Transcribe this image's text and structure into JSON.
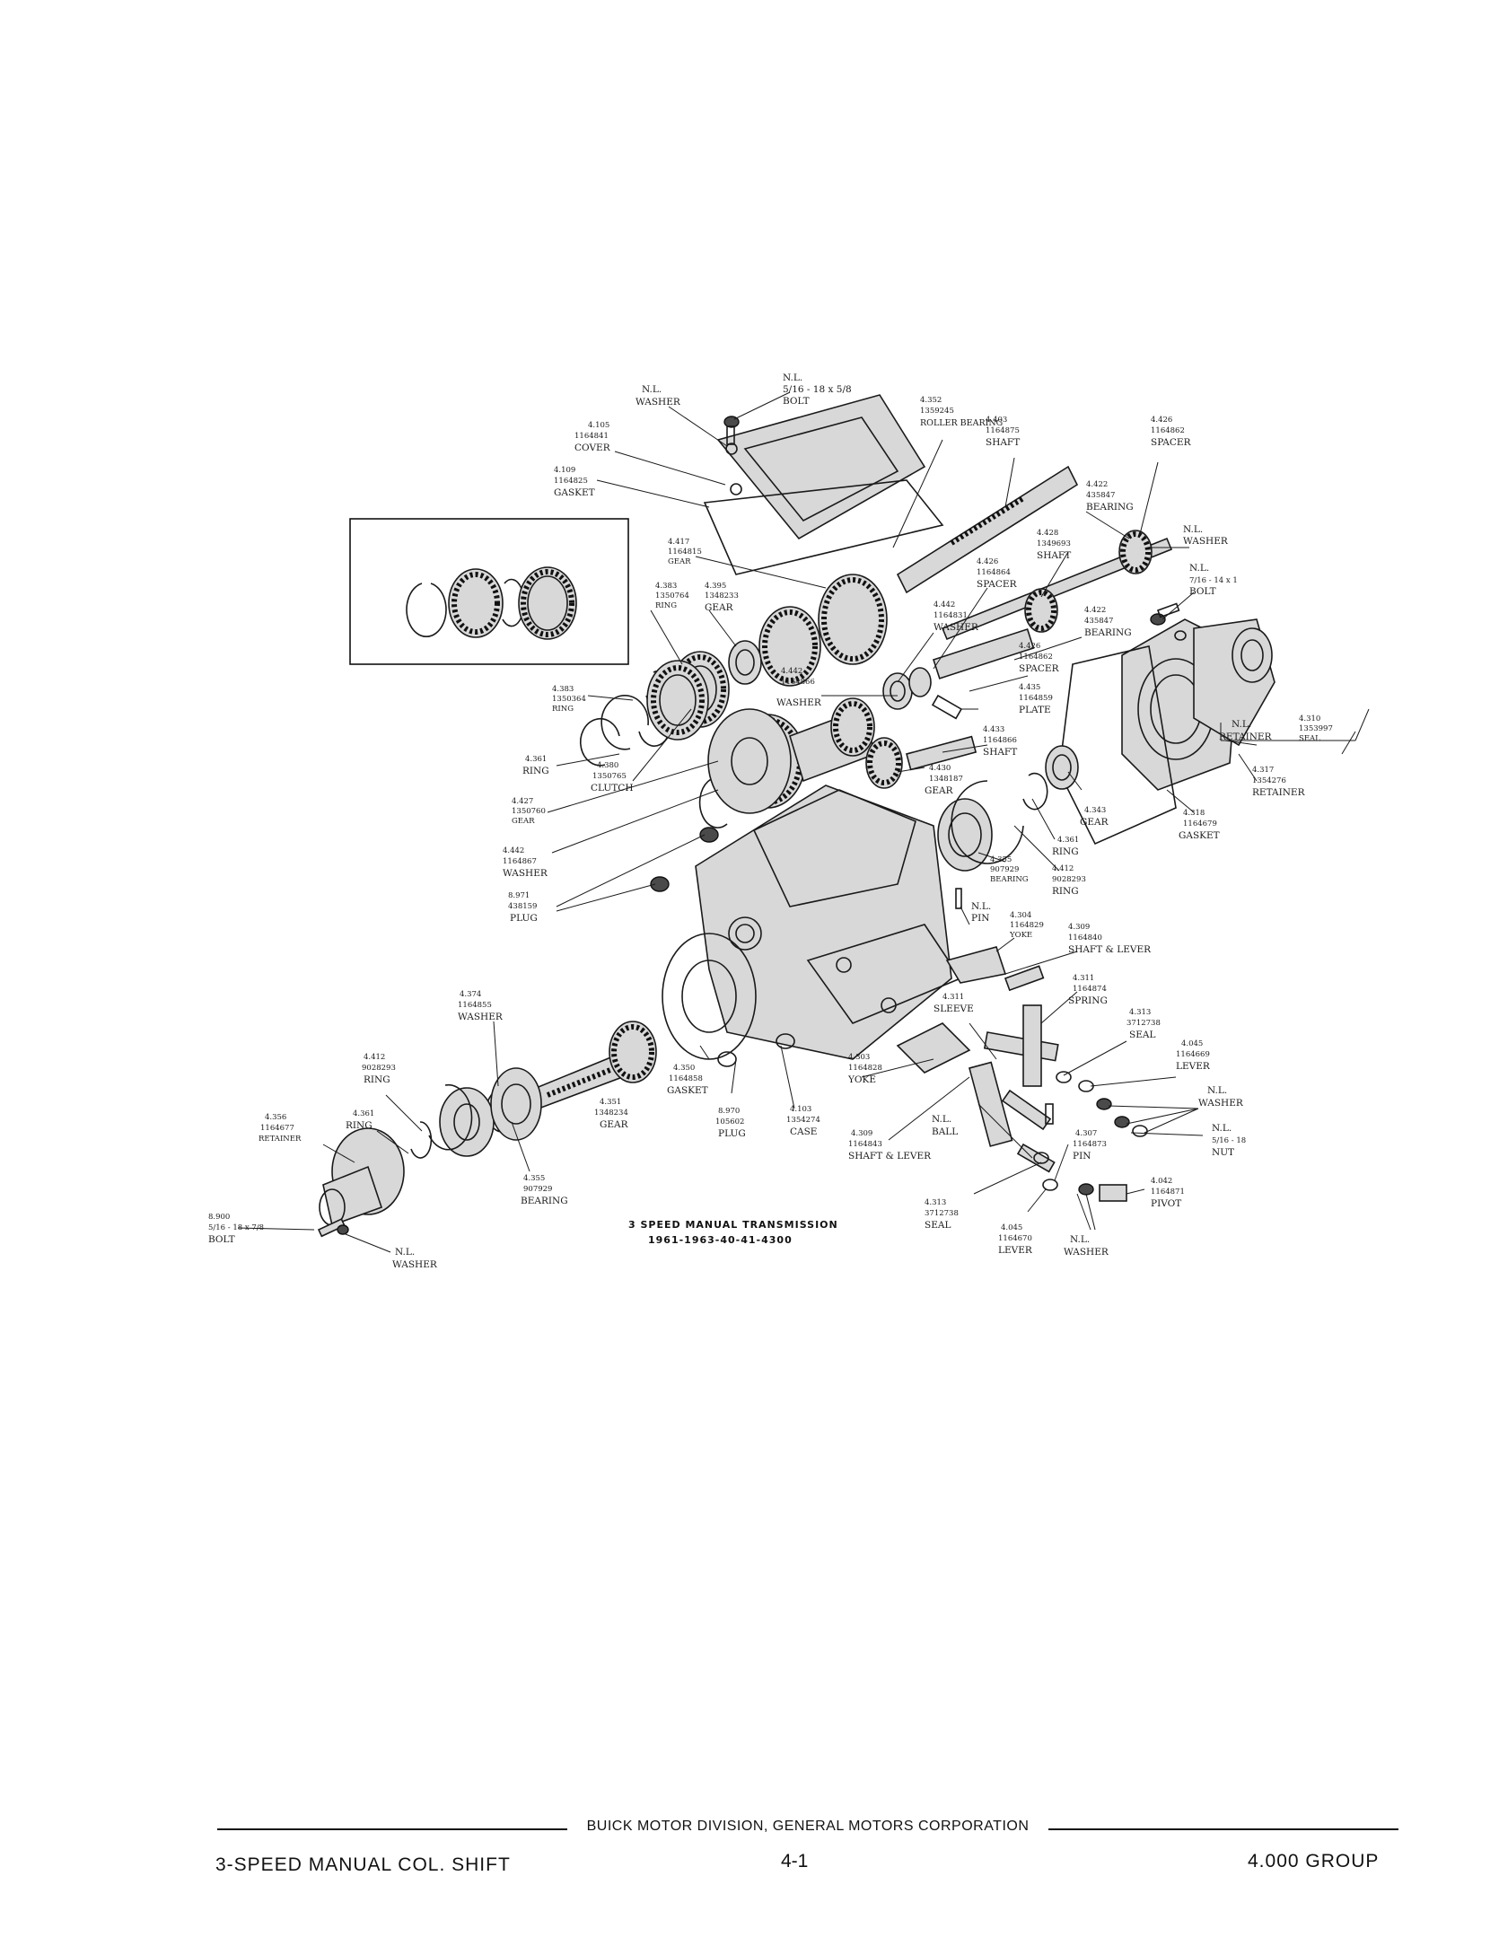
{
  "diagram": {
    "caption_line1": "3 SPEED MANUAL TRANSMISSION",
    "caption_line2": "1961-1963-40-41-4300",
    "callouts": [
      {
        "num": "N.L.",
        "part": "",
        "name": "WASHER"
      },
      {
        "num": "N.L.",
        "part": "5/16 - 18 x 5/8",
        "name": "BOLT"
      },
      {
        "num": "4.352",
        "part": "1359245",
        "name": "ROLLER BEARING"
      },
      {
        "num": "4.403",
        "part": "1164875",
        "name": "SHAFT"
      },
      {
        "num": "4.426",
        "part": "1164862",
        "name": "SPACER"
      },
      {
        "num": "4.105",
        "part": "1164841",
        "name": "COVER"
      },
      {
        "num": "4.109",
        "part": "1164825",
        "name": "GASKET"
      },
      {
        "num": "4.422",
        "part": "435847",
        "name": "BEARING"
      },
      {
        "num": "4.417",
        "part": "1164815",
        "name": "GEAR"
      },
      {
        "num": "4.428",
        "part": "1349693",
        "name": "SHAFT"
      },
      {
        "num": "N.L.",
        "part": "",
        "name": "WASHER"
      },
      {
        "num": "4.426",
        "part": "1164864",
        "name": "SPACER"
      },
      {
        "num": "N.L.",
        "part": "7/16 - 14 x 1",
        "name": "BOLT"
      },
      {
        "num": "4.383",
        "part": "1350764",
        "name": "RING"
      },
      {
        "num": "4.395",
        "part": "1348233",
        "name": "GEAR"
      },
      {
        "num": "4.442",
        "part": "1164831",
        "name": "WASHER"
      },
      {
        "num": "4.422",
        "part": "435847",
        "name": "BEARING"
      },
      {
        "num": "4.426",
        "part": "1164862",
        "name": "SPACER"
      },
      {
        "num": "4.442",
        "part": "1164866",
        "name": "WASHER"
      },
      {
        "num": "4.435",
        "part": "1164859",
        "name": "PLATE"
      },
      {
        "num": "4.310",
        "part": "1353997",
        "name": "SEAL"
      },
      {
        "num": "N.L.",
        "part": "",
        "name": "RETAINER"
      },
      {
        "num": "4.383",
        "part": "1350364",
        "name": "RING"
      },
      {
        "num": "4.433",
        "part": "1164866",
        "name": "SHAFT"
      },
      {
        "num": "4.317",
        "part": "1354276",
        "name": "RETAINER"
      },
      {
        "num": "4.361",
        "part": "",
        "name": "RING"
      },
      {
        "num": "4.380",
        "part": "1350765",
        "name": "CLUTCH"
      },
      {
        "num": "4.430",
        "part": "1348187",
        "name": "GEAR"
      },
      {
        "num": "4.427",
        "part": "1350760",
        "name": "GEAR"
      },
      {
        "num": "4.343",
        "part": "",
        "name": "GEAR"
      },
      {
        "num": "4.361",
        "part": "",
        "name": "RING"
      },
      {
        "num": "4.318",
        "part": "1164679",
        "name": "GASKET"
      },
      {
        "num": "4.442",
        "part": "1164867",
        "name": "WASHER"
      },
      {
        "num": "4.355",
        "part": "907929",
        "name": "BEARING"
      },
      {
        "num": "4.412",
        "part": "9028293",
        "name": "RING"
      },
      {
        "num": "8.971",
        "part": "438159",
        "name": "PLUG"
      },
      {
        "num": "N.L.",
        "part": "",
        "name": "PIN"
      },
      {
        "num": "4.304",
        "part": "1164829",
        "name": "YOKE"
      },
      {
        "num": "4.309",
        "part": "1164840",
        "name": "SHAFT & LEVER"
      },
      {
        "num": "4.311",
        "part": "1164874",
        "name": "SPRING"
      },
      {
        "num": "4.374",
        "part": "1164855",
        "name": "WASHER"
      },
      {
        "num": "4.311",
        "part": "",
        "name": "SLEEVE"
      },
      {
        "num": "4.313",
        "part": "3712738",
        "name": "SEAL"
      },
      {
        "num": "4.045",
        "part": "1164669",
        "name": "LEVER"
      },
      {
        "num": "4.412",
        "part": "9028293",
        "name": "RING"
      },
      {
        "num": "4.303",
        "part": "1164828",
        "name": "YOKE"
      },
      {
        "num": "4.350",
        "part": "1164858",
        "name": "GASKET"
      },
      {
        "num": "N.L.",
        "part": "",
        "name": "WASHER"
      },
      {
        "num": "4.356",
        "part": "1164677",
        "name": "RETAINER"
      },
      {
        "num": "4.361",
        "part": "",
        "name": "RING"
      },
      {
        "num": "4.351",
        "part": "1348234",
        "name": "GEAR"
      },
      {
        "num": "8.970",
        "part": "105602",
        "name": "PLUG"
      },
      {
        "num": "4.103",
        "part": "1354274",
        "name": "CASE"
      },
      {
        "num": "N.L.",
        "part": "",
        "name": "BALL"
      },
      {
        "num": "4.307",
        "part": "1164873",
        "name": "PIN"
      },
      {
        "num": "N.L.",
        "part": "5/16 - 18",
        "name": "NUT"
      },
      {
        "num": "4.309",
        "part": "1164843",
        "name": "SHAFT & LEVER"
      },
      {
        "num": "4.355",
        "part": "907929",
        "name": "BEARING"
      },
      {
        "num": "8.900",
        "part": "5/16 - 18 x 7/8",
        "name": "BOLT"
      },
      {
        "num": "4.042",
        "part": "1164871",
        "name": "PIVOT"
      },
      {
        "num": "N.L.",
        "part": "",
        "name": "WASHER"
      },
      {
        "num": "4.313",
        "part": "3712738",
        "name": "SEAL"
      },
      {
        "num": "4.045",
        "part": "1164670",
        "name": "LEVER"
      },
      {
        "num": "N.L.",
        "part": "",
        "name": "WASHER"
      }
    ]
  },
  "footer": {
    "company": "BUICK MOTOR DIVISION, GENERAL MOTORS CORPORATION",
    "section": "3-SPEED MANUAL COL. SHIFT",
    "page": "4-1",
    "group": "4.000 GROUP"
  }
}
